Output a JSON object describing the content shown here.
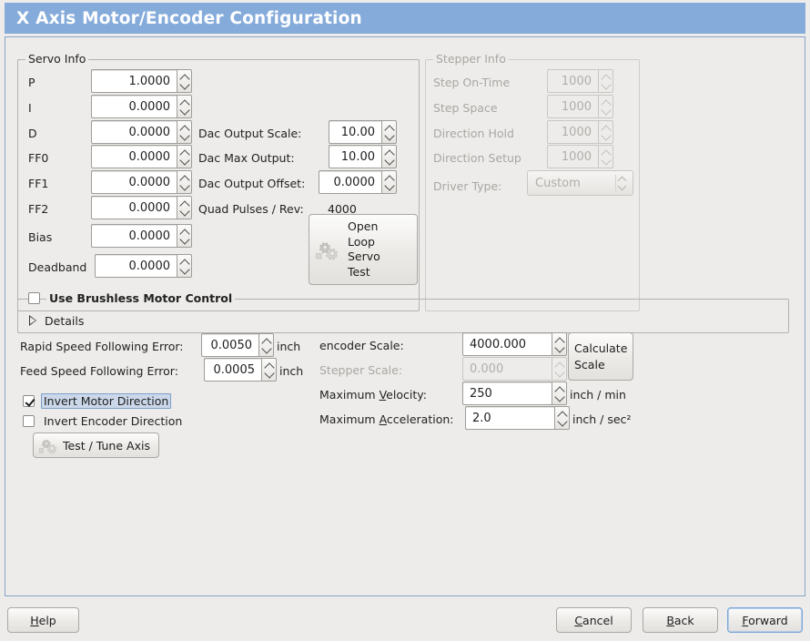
{
  "window": {
    "title": "X Axis Motor/Encoder Configuration"
  },
  "servo_info": {
    "frame_title": "Servo Info",
    "fields": [
      {
        "label": "P",
        "value": "1.0000"
      },
      {
        "label": "I",
        "value": "0.0000"
      },
      {
        "label": "D",
        "value": "0.0000"
      },
      {
        "label": "FF0",
        "value": "0.0000"
      },
      {
        "label": "FF1",
        "value": "0.0000"
      },
      {
        "label": "FF2",
        "value": "0.0000"
      },
      {
        "label": "Bias",
        "value": "0.0000"
      },
      {
        "label": "Deadband",
        "value": "0.0000"
      }
    ],
    "dac": [
      {
        "label": "Dac Output Scale:",
        "value": "10.00"
      },
      {
        "label": "Dac Max Output:",
        "value": "10.00"
      },
      {
        "label": "Dac Output Offset:",
        "value": "0.0000"
      }
    ],
    "quad_pulses_label": "Quad Pulses / Rev:",
    "quad_pulses_value": "4000",
    "open_loop_button": "Open\nLoop\nServo\nTest",
    "open_loop_button_lines": [
      "Open",
      "Loop",
      "Servo",
      "Test"
    ]
  },
  "stepper_info": {
    "frame_title": "Stepper Info",
    "disabled": true,
    "fields": [
      {
        "label": "Step On-Time",
        "value": "1000"
      },
      {
        "label": "Step Space",
        "value": "1000"
      },
      {
        "label": "Direction Hold",
        "value": "1000"
      },
      {
        "label": "Direction Setup",
        "value": "1000"
      }
    ],
    "driver_type_label": "Driver Type:",
    "driver_type_value": "Custom",
    "driver_type_options": [
      "Custom"
    ]
  },
  "brushless": {
    "checkbox_label": "Use Brushless Motor Control",
    "checked": false,
    "details_label": "Details",
    "details_expanded": false
  },
  "following_error": {
    "rapid_label": "Rapid Speed Following Error:",
    "rapid_value": "0.0050",
    "rapid_unit": "inch",
    "feed_label": "Feed Speed Following Error:",
    "feed_value": "0.0005",
    "feed_unit": "inch"
  },
  "invert": {
    "motor_label": "Invert Motor Direction",
    "motor_checked": true,
    "motor_focused": true,
    "encoder_label": "Invert Encoder Direction",
    "encoder_checked": false
  },
  "test_tune_button": "Test / Tune Axis",
  "scales": {
    "encoder_label": "encoder Scale:",
    "encoder_value": "4000.000",
    "stepper_label": "Stepper Scale:",
    "stepper_value": "0.000",
    "stepper_disabled": true,
    "calculate_button_lines": [
      "Calculate",
      "Scale"
    ],
    "max_velocity_label_pre": "Maximum ",
    "max_velocity_label_key": "V",
    "max_velocity_label_post": "elocity:",
    "max_velocity_value": "250",
    "max_velocity_unit": "inch / min",
    "max_accel_label_pre": "Maximum ",
    "max_accel_label_key": "A",
    "max_accel_label_post": "cceleration:",
    "max_accel_value": "2.0",
    "max_accel_unit": "inch / sec²"
  },
  "bottom_bar": {
    "help_pre": "",
    "help_key": "H",
    "help_post": "elp",
    "cancel_key": "C",
    "cancel_post": "ancel",
    "back_key": "B",
    "back_post": "ack",
    "forward_key": "F",
    "forward_post": "orward"
  },
  "colors": {
    "titlebar_blue": "#85abdb",
    "panel_bg": "#edecea",
    "panel_border": "#88a5c8",
    "focus_blue": "#7ba4d8",
    "disabled_text": "#a9a7a3"
  },
  "icons": {
    "gears": "gears-icon",
    "expander_triangle": "triangle-right-icon"
  }
}
